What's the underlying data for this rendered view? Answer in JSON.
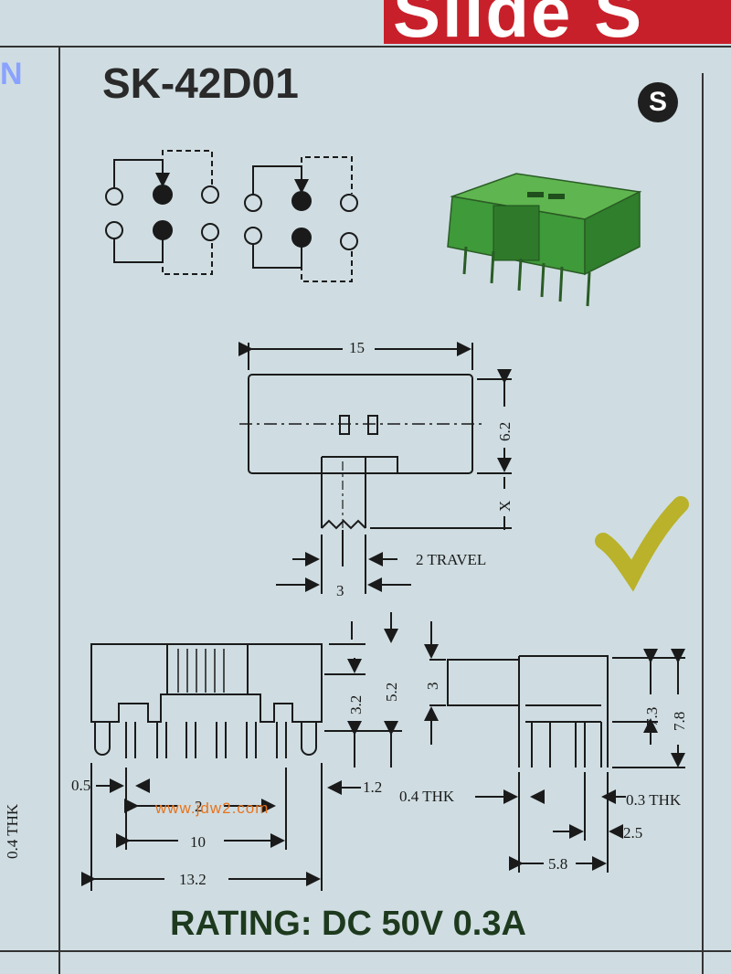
{
  "header": {
    "banner_text": "Slide S"
  },
  "title": "SK-42D01",
  "logo_letter": "S",
  "left_logo": "N",
  "dimensions": {
    "width_15": "15",
    "height_6_2": "6.2",
    "x_label": "X",
    "travel": "2 TRAVEL",
    "width_3": "3",
    "dim_5_2": "5.2",
    "dim_3_2": "3.2",
    "dim_3": "3",
    "dim_0_5": "0.5",
    "dim_2": "2",
    "dim_10": "10",
    "dim_13_2": "13.2",
    "dim_1_2": "1.2",
    "thk_0_4": "0.4 THK",
    "thk_0_3": "0.3 THK",
    "dim_2_5": "2.5",
    "dim_5_8": "5.8",
    "dim_7_3": "7.3",
    "dim_7_8": "7.8",
    "side_thk": "0.4 THK"
  },
  "watermark": "www.jdw2.com",
  "rating": "RATING: DC 50V 0.3A",
  "colors": {
    "banner": "#c8202a",
    "background": "#cfdde2",
    "switch_green": "#3f9a3a",
    "check": "#b9b22a"
  }
}
